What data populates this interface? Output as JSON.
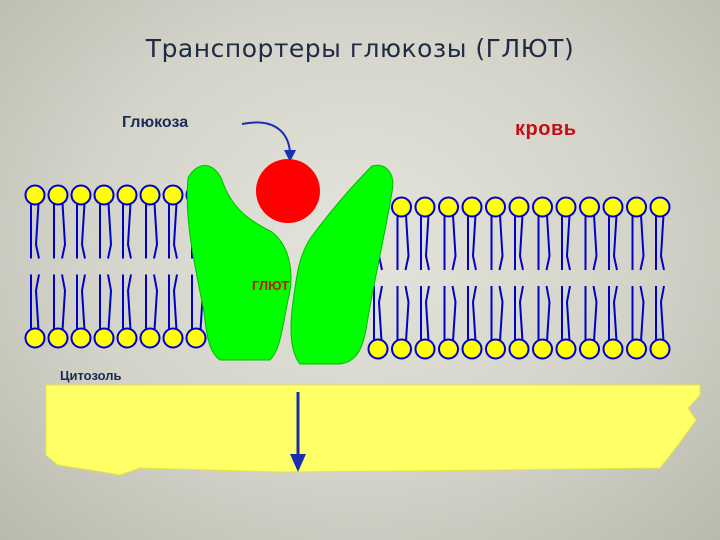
{
  "title": "Транспортеры глюкозы (ГЛЮТ)",
  "labels": {
    "glucose": "Глюкоза",
    "blood": "кровь",
    "glut": "ГЛЮТ",
    "cytosol": "Цитозоль"
  },
  "colors": {
    "membrane_head": "#ffff00",
    "membrane_line": "#0000cc",
    "transporter": "#00ff00",
    "glucose": "#ff0000",
    "cytosol_fill": "#ffff66",
    "arrow": "#1a2fb0"
  }
}
